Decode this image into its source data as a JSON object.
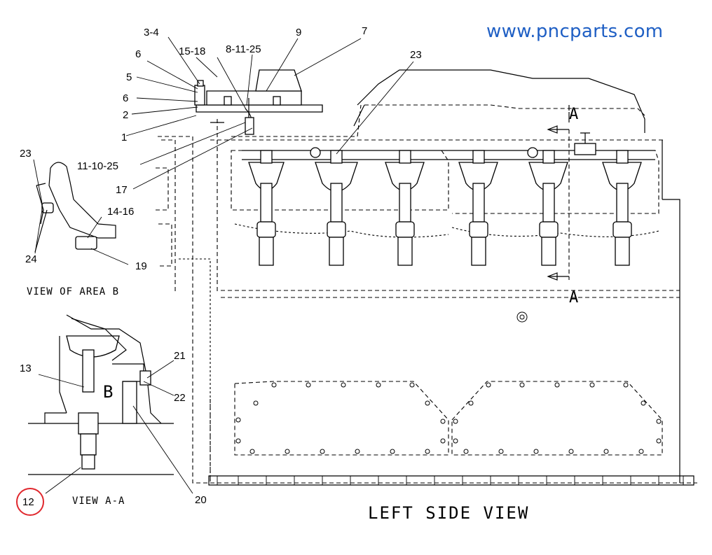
{
  "watermark": "www.pncparts.com",
  "section_marker": "A",
  "area_marker": "B",
  "callouts": {
    "c34": "3-4",
    "c1518": "15-18",
    "c81125": "8-11-25",
    "c9": "9",
    "c7": "7",
    "c6a": "6",
    "c5": "5",
    "c6b": "6",
    "c2": "2",
    "c1": "1",
    "c111025": "11-10-25",
    "c17": "17",
    "c23a": "23",
    "c23b": "23",
    "c1416": "14-16",
    "c24": "24",
    "c19": "19",
    "c13": "13",
    "c21": "21",
    "c22": "22",
    "c20": "20",
    "c12": "12"
  },
  "labels": {
    "view_area_b": "VIEW OF AREA B",
    "view_aa": "VIEW A-A",
    "left_side_view": "LEFT SIDE VIEW"
  },
  "highlight": {
    "callout": "12",
    "color": "#e0282e"
  },
  "colors": {
    "watermark": "#1f5fc4",
    "line": "#000000",
    "highlight_circle": "#e0282e"
  }
}
